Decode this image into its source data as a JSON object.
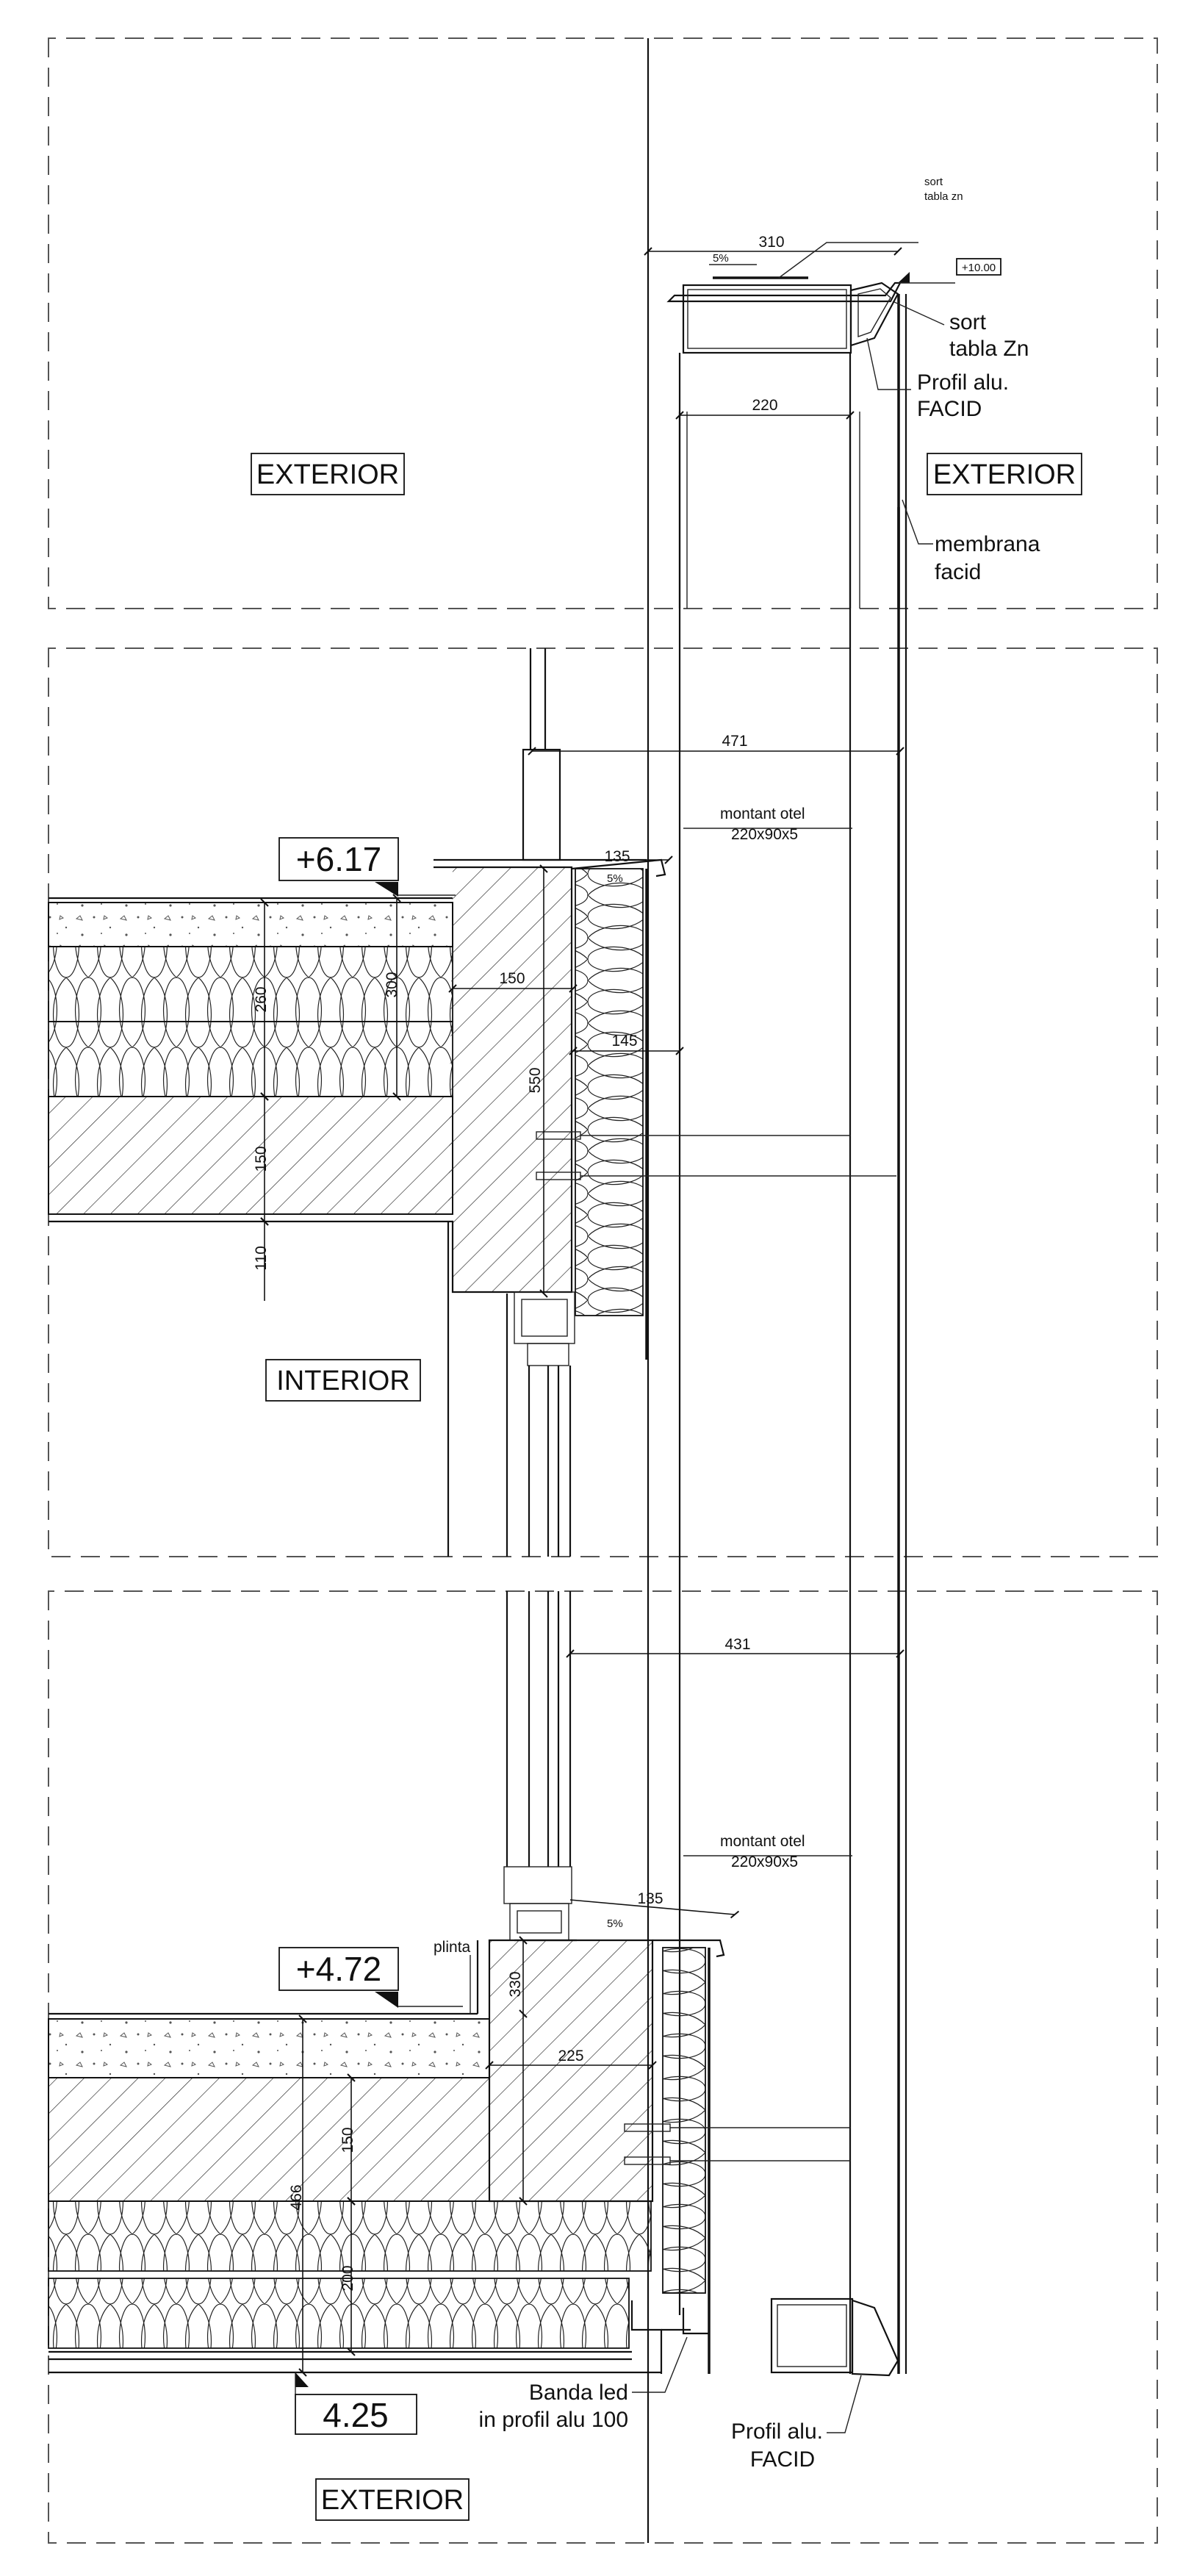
{
  "labels": {
    "exterior_top_left": "EXTERIOR",
    "exterior_top_right": "EXTERIOR",
    "interior": "INTERIOR",
    "exterior_bottom": "EXTERIOR"
  },
  "levels": {
    "top": "+10.00",
    "mid": "+6.17",
    "low": "+4.72",
    "bottom": "4.25"
  },
  "notes": {
    "sort_tabla_zn_small_1": "sort",
    "sort_tabla_zn_small_2": "tabla zn",
    "sort_tabla_zn_1": "sort",
    "sort_tabla_zn_2": "tabla Zn",
    "profil_alu_top_1": "Profil alu.",
    "profil_alu_top_2": "FACID",
    "membrana_1": "membrana",
    "membrana_2": "facid",
    "montant_mid_1": "montant otel",
    "montant_mid_2": "220x90x5",
    "montant_low_1": "montant otel",
    "montant_low_2": "220x90x5",
    "plinta": "plinta",
    "banda_led_1": "Banda led",
    "banda_led_2": "in profil alu 100",
    "profil_alu_bottom_1": "Profil alu.",
    "profil_alu_bottom_2": "FACID",
    "slope_top": "5%",
    "slope_mid": "5%",
    "slope_low": "5%"
  },
  "dimensions": {
    "d310": "310",
    "d220": "220",
    "d471": "471",
    "d135_mid": "135",
    "d260": "260",
    "d300": "300",
    "d150_mid": "150",
    "d145": "145",
    "d550": "550",
    "d150_slab": "150",
    "d110": "110",
    "d431": "431",
    "d135_low": "135",
    "d330": "330",
    "d225": "225",
    "d150_low": "150",
    "d466": "466",
    "d200": "200"
  },
  "colors": {
    "line": "#111111",
    "dash": "#555555",
    "background": "#ffffff"
  }
}
